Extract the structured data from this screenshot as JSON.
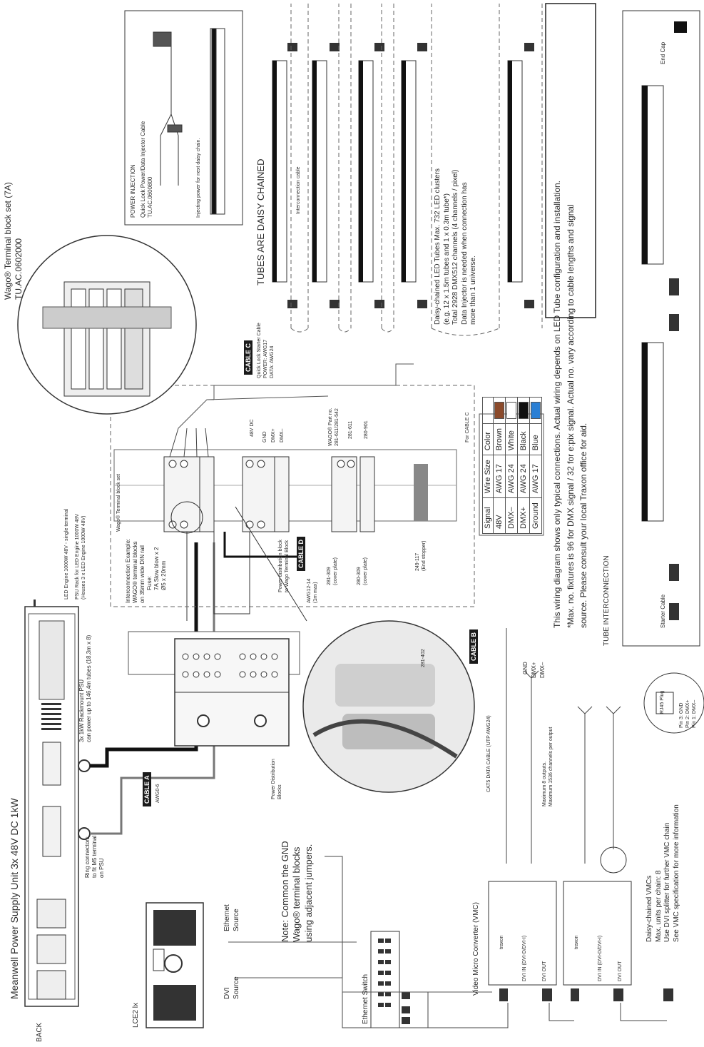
{
  "title": "Meanwell Power Supply Unit 3x 48V DC 1kW",
  "back_label": "BACK",
  "psu_note": [
    "3x 1kW Rackmount PSU",
    "can power up to 146,4m tubes (18,3m x 8)"
  ],
  "ring_connectors": [
    "Ring connectors",
    "to fit M5 terminal",
    "on PSU"
  ],
  "led_engine": [
    "LED Engine 1000W 48V - single terminal",
    "PSU Rack for LED Engine 1000W 48V",
    "(Houses 3 x LED Engine 1000W 48V)"
  ],
  "wago_set": "Wago® Terminal block set",
  "wago_example": [
    "Interconnection Example:",
    "WAGO® terminal blocks",
    "on 35mm wide DIN rail",
    "Fuse:",
    "7A Slow blow x 2",
    "Ø5 x 20mm"
  ],
  "wago_terminal": [
    "Wago® Terminal block set (7A)",
    "TU.AC.0602000"
  ],
  "power_injection": {
    "title": "POWER INJECTION",
    "lines": [
      "Quick Lock Power/Data Injector Cable",
      "TU.AC.0600800"
    ],
    "note": "Injecting power for next daisy chain."
  },
  "tubes_daisy": "TUBES ARE DAISY CHAINED",
  "interconnection_cable": "Interconnection cable",
  "cable_c": {
    "label": "CABLE C",
    "lines": [
      "Quick Lock Starter Cable",
      "POWER: AWG17",
      "DATA: AWG24"
    ],
    "wires": [
      "48V DC",
      "GND",
      "DMX+",
      "DMX–"
    ],
    "table_caption": "For CABLE C"
  },
  "cable_c_table": {
    "headers": [
      "Signal",
      "Wire Size",
      "Color"
    ],
    "rows": [
      [
        "48V",
        "AWG 17",
        "Brown"
      ],
      [
        "DMX–",
        "AWG 24",
        "White"
      ],
      [
        "DMX+",
        "AWG 24",
        "Black"
      ],
      [
        "Ground",
        "AWG 17",
        "Blue"
      ]
    ],
    "colors": [
      "#8b4a2b",
      "#ffffff",
      "#111111",
      "#2a7fd4"
    ]
  },
  "wago_parts": [
    "WAGO® Part no.",
    "281-611/281-542",
    "281-611",
    "280-901"
  ],
  "part_labels": [
    "281-309",
    "(cover plate)",
    "280-309",
    "(cover plate)",
    "249-117",
    "(End stopper)"
  ],
  "cable_d": {
    "label": "CABLE D",
    "lines": [
      "Power distribution block",
      "to Wago Terminal Block",
      "AWG12-14",
      "(1m max)"
    ]
  },
  "cable_a": {
    "label": "CABLE A",
    "sub": "AWG0-6"
  },
  "cable_b": {
    "label": "CABLE B",
    "sub": "CAT5 DATA CABLE (UTP AWG24)"
  },
  "part_281_402": "281-402",
  "power_dist_blocks": [
    "Power Distribution",
    "Blocks"
  ],
  "gnd_note": [
    "Note: Common the GND",
    "Wago® terminal blocks",
    "using adjacent jumpers."
  ],
  "outputs": {
    "lines": [
      "Maximum 8 outputs.",
      "Maximum 1536 channels per output"
    ],
    "wires": [
      "GND",
      "DMX+",
      "DMX–"
    ]
  },
  "rj45": {
    "title": "RJ45 Plug",
    "pins": [
      "Pin 3: GND",
      "Pin 2: DMX+",
      "Pin 1: DMX–"
    ]
  },
  "daisy_summary": [
    "Daisy-chained LED Tubes Max. 732 LED clusters",
    "(e.g. 12 x 1.5m tubes and 1 x 0.3m tube*)",
    "Total 2928 DMX512 channels (4 channels / pixel)",
    "Data Injector is needed when connection has",
    "more than 1 universe."
  ],
  "notice": [
    "This wiring diagram shows only typical connections. Actual wiring depends on LED Tube configuration and installation.",
    "*Max. no. fixtures is 96 for DMX signal / 32 for e:pix signal. Actual no. vary according to cable lengths and signal",
    "source. Please consult your local Traxon office for aid."
  ],
  "tube_interconnection": {
    "title": "TUBE INTERCONNECTION",
    "starter": "Starter Cable",
    "end_cap": "End Cap"
  },
  "lce2": "LCE2 lx",
  "ethernet_source": [
    "Ethernet",
    "Source"
  ],
  "dvi_source": [
    "DVI",
    "Source"
  ],
  "vmc": "Video Micro Converter (VMC)",
  "vmc_ports": [
    "DVI IN (DVI-D/DVI-I)",
    "DVI OUT"
  ],
  "vmc_brand": "traxon",
  "ethernet_switch": "Ethernet Switch",
  "vmc_daisy": [
    "Daisy-chained VMCs",
    "Max. units per chain: 8",
    "Use DVI splitter for further VMC chain",
    "See VMC specification for more information"
  ]
}
